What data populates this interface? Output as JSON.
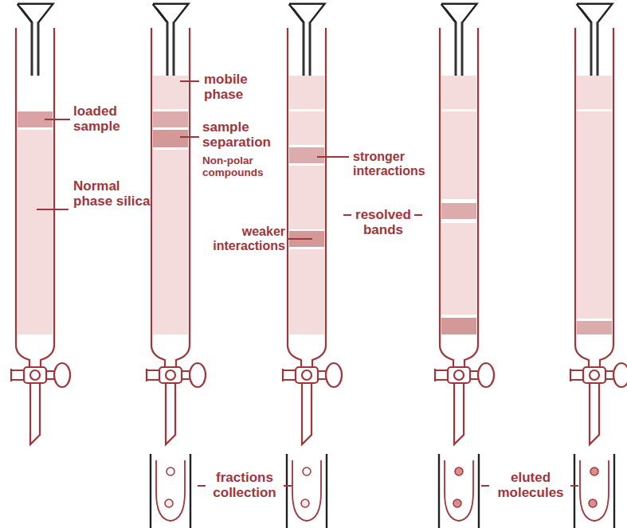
{
  "diagram": {
    "labels": [
      "loaded sample",
      "Normal phase silica",
      "mobile phase",
      "sample separation",
      "Non-polar compounds",
      "stronger interactions",
      "weaker interactions",
      "resolved bands",
      "fractions collection",
      "eluted molecules"
    ]
  }
}
